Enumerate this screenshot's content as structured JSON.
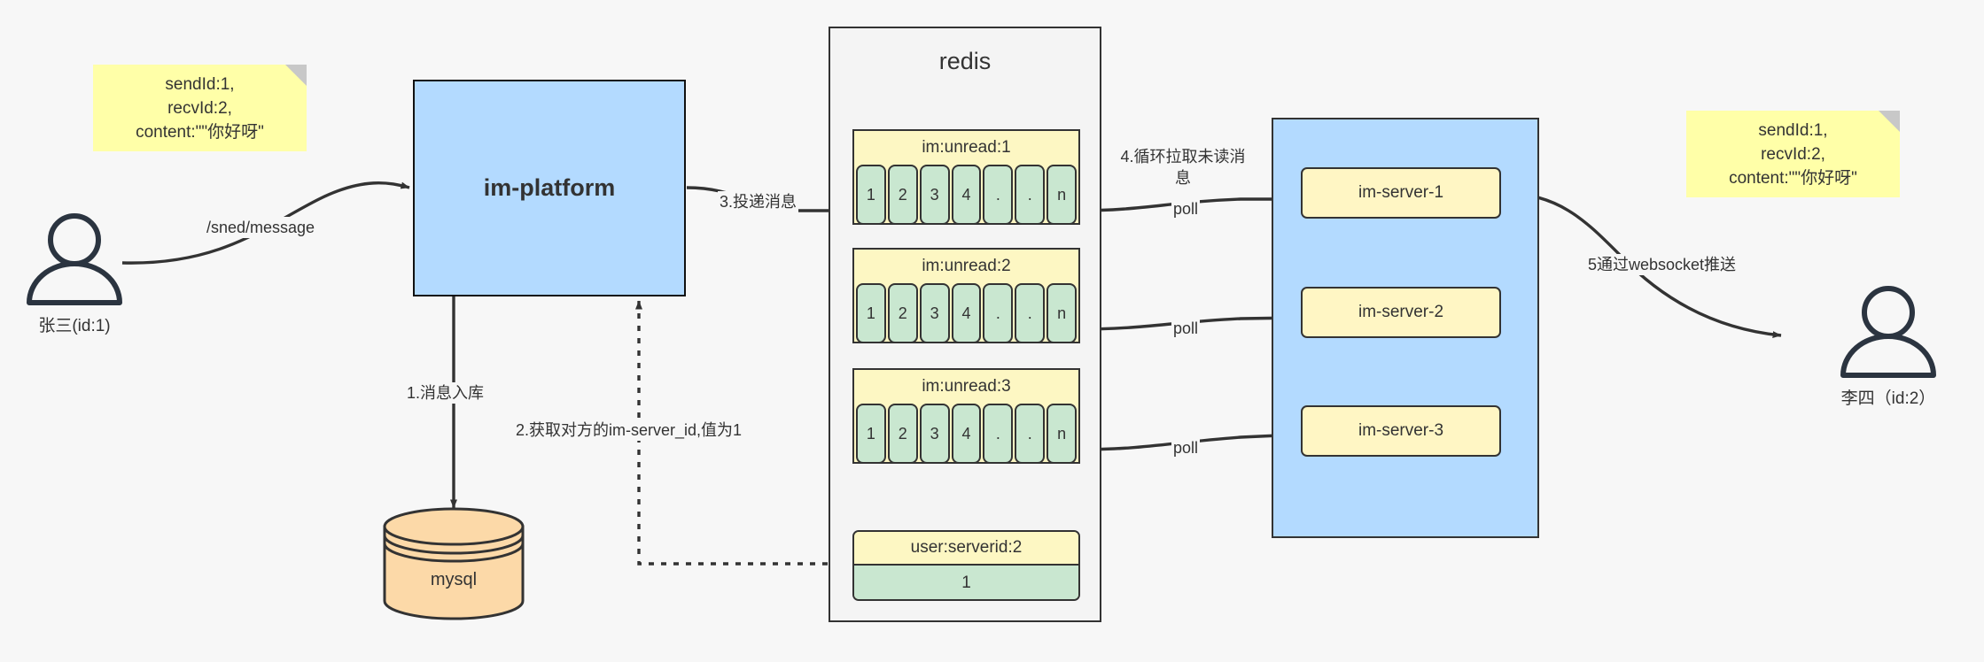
{
  "diagram": {
    "title": "IM message delivery architecture",
    "colors": {
      "background": "#f7f7f7",
      "note_yellow": "#ffffa8",
      "platform_blue": "#b3daff",
      "server_yellow": "#fff6c4",
      "redis_panel": "#f4f4f4",
      "key_yellow": "#fdf7c3",
      "cell_green": "#c9e7d0",
      "mysql_orange": "#fcd9a8",
      "stroke": "#333333"
    }
  },
  "notes": {
    "left": "sendId:1,\nrecvId:2,\ncontent:\"\"你好呀\"",
    "right": "sendId:1,\nrecvId:2,\ncontent:\"\"你好呀\""
  },
  "actors": {
    "sender": {
      "caption": "张三(id:1)"
    },
    "receiver": {
      "caption": "李四（id:2）"
    }
  },
  "platform": {
    "label": "im-platform"
  },
  "datastore": {
    "label": "mysql"
  },
  "redis": {
    "title": "redis",
    "keys": [
      {
        "name": "im:unread:1",
        "cells": [
          "1",
          "2",
          "3",
          "4",
          ".",
          ".",
          "n"
        ]
      },
      {
        "name": "im:unread:2",
        "cells": [
          "1",
          "2",
          "3",
          "4",
          ".",
          ".",
          "n"
        ]
      },
      {
        "name": "im:unread:3",
        "cells": [
          "1",
          "2",
          "3",
          "4",
          ".",
          ".",
          "n"
        ]
      }
    ],
    "kv": {
      "key": "user:serverid:2",
      "value": "1"
    }
  },
  "servers": [
    {
      "label": "im-server-1"
    },
    {
      "label": "im-server-2"
    },
    {
      "label": "im-server-3"
    }
  ],
  "edges": {
    "send_message": "/sned/message",
    "step1": "1.消息入库",
    "step2": "2.获取对方的im-server_id,值为1",
    "step3": "3.投递消息",
    "step4": "4.循环拉取未读消\n息",
    "poll1": "poll",
    "poll2": "poll",
    "poll3": "poll",
    "step5": "5通过websocket推送"
  }
}
